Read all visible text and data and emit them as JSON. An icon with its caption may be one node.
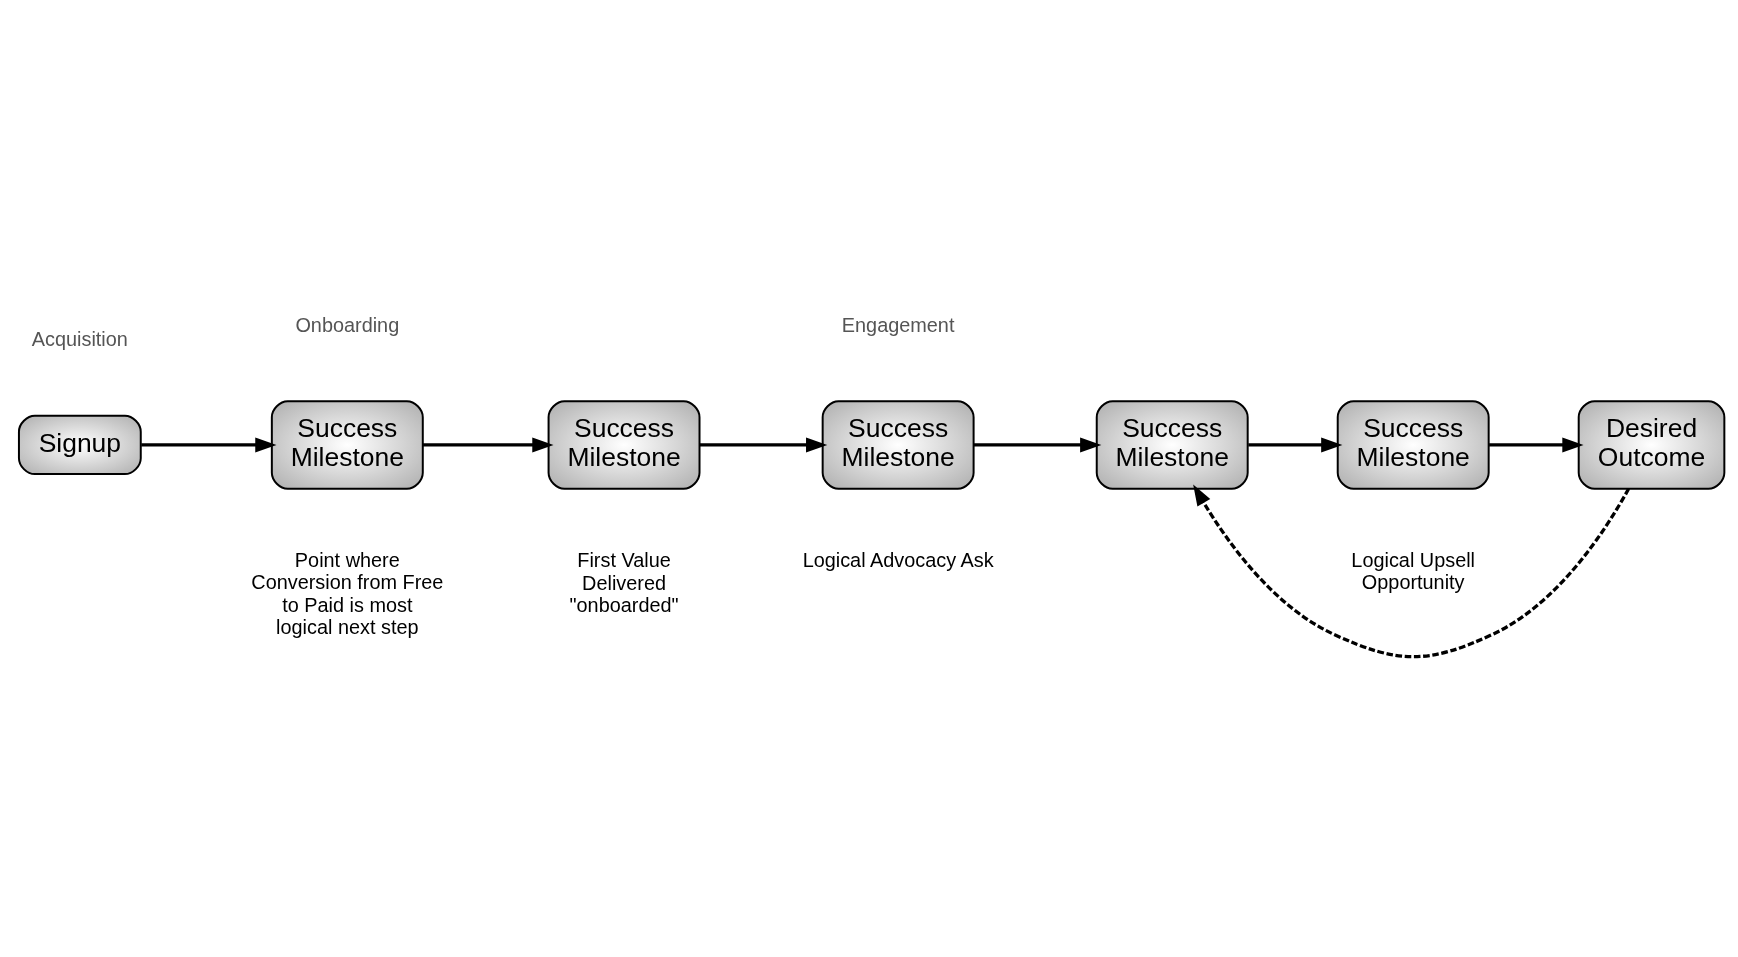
{
  "diagram": {
    "nodes": [
      {
        "text": [
          "Signup"
        ]
      },
      {
        "text": [
          "Success Milestone"
        ],
        "beside": [
          "Point where Conversion from Free to Paid is most logical next step"
        ]
      },
      {
        "text": [
          "Success Milestone"
        ],
        "beside": [
          "First Value Delivered \"onboarded\""
        ]
      },
      {
        "text": [
          "Success Milestone"
        ],
        "beside": [
          "Logical Advocacy Ask"
        ]
      },
      {
        "text": [
          "Success Milestone"
        ]
      },
      {
        "text": [
          "Success Milestone"
        ],
        "beside": [
          "Logical Upsell Opportunity"
        ]
      },
      {
        "text": [
          "Desired Outcome"
        ]
      }
    ],
    "edges": [
      {
        "from": 0,
        "to": 1,
        "arrow": "to"
      },
      {
        "from": 1,
        "to": 2,
        "arrow": "to"
      },
      {
        "from": 2,
        "to": 3,
        "arrow": "to"
      },
      {
        "from": 3,
        "to": 4,
        "arrow": "to"
      },
      {
        "from": 4,
        "to": 5,
        "arrow": "to"
      },
      {
        "from": 5,
        "to": 6,
        "arrow": "to"
      },
      {
        "from": 6,
        "to": 4,
        "arrow": "to",
        "style": "dashed"
      }
    ],
    "labels": [
      "Acquisition",
      "Onboarding",
      "Engagement"
    ]
  }
}
